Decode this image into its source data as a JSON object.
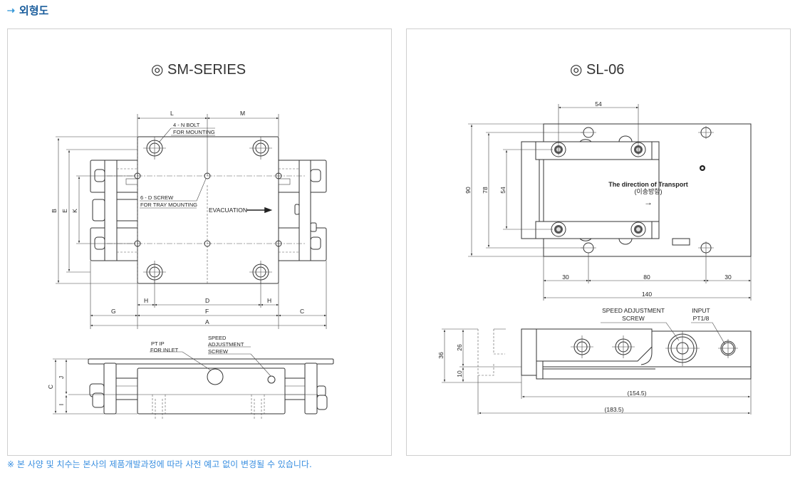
{
  "header": {
    "icon": "dotted-arrow-icon",
    "title": "외형도"
  },
  "sm_series": {
    "title": "◎ SM-SERIES",
    "top_view": {
      "dims": {
        "L": "L",
        "M": "M",
        "H1": "H",
        "D": "D",
        "H2": "H",
        "G": "G",
        "F": "F",
        "C": "C",
        "A": "A",
        "B": "B",
        "E": "E",
        "K": "K"
      },
      "bolt_label_1": "4 - N  BOLT",
      "bolt_label_2": "FOR MOUNTING",
      "screw_label_1": "6 - D  SCREW",
      "screw_label_2": "FOR TRAY MOUNTING",
      "evacuation": "EVACUATION"
    },
    "side_view": {
      "inlet_1": "PT  IP",
      "inlet_2": "FOR INLET",
      "speed_1": "SPEED",
      "speed_2": "ADJUSTMENT",
      "speed_3": "SCREW",
      "dims": {
        "C": "C",
        "J": "J",
        "I": "I"
      }
    }
  },
  "sl_06": {
    "title": "◎ SL-06",
    "top_view": {
      "dims": {
        "top": "54",
        "h90": "90",
        "h78": "78",
        "h54": "54",
        "b30a": "30",
        "b80": "80",
        "b30b": "30",
        "b140": "140"
      },
      "direction_1": "The direction of Transport",
      "direction_2": "(이송방향)",
      "direction_arrow": "→"
    },
    "side_view": {
      "speed_1": "SPEED ADJUSTMENT",
      "speed_2": "SCREW",
      "input_1": "INPUT",
      "input_2": "PT1/8",
      "dims": {
        "h36": "36",
        "h26": "26",
        "h10": "10",
        "w154": "(154.5)",
        "w183": "(183.5)"
      }
    }
  },
  "footer": {
    "note": "※ 본 사양 및 치수는 본사의 제품개발과정에 따라 사전 예고 없이 변경될 수 있습니다."
  }
}
